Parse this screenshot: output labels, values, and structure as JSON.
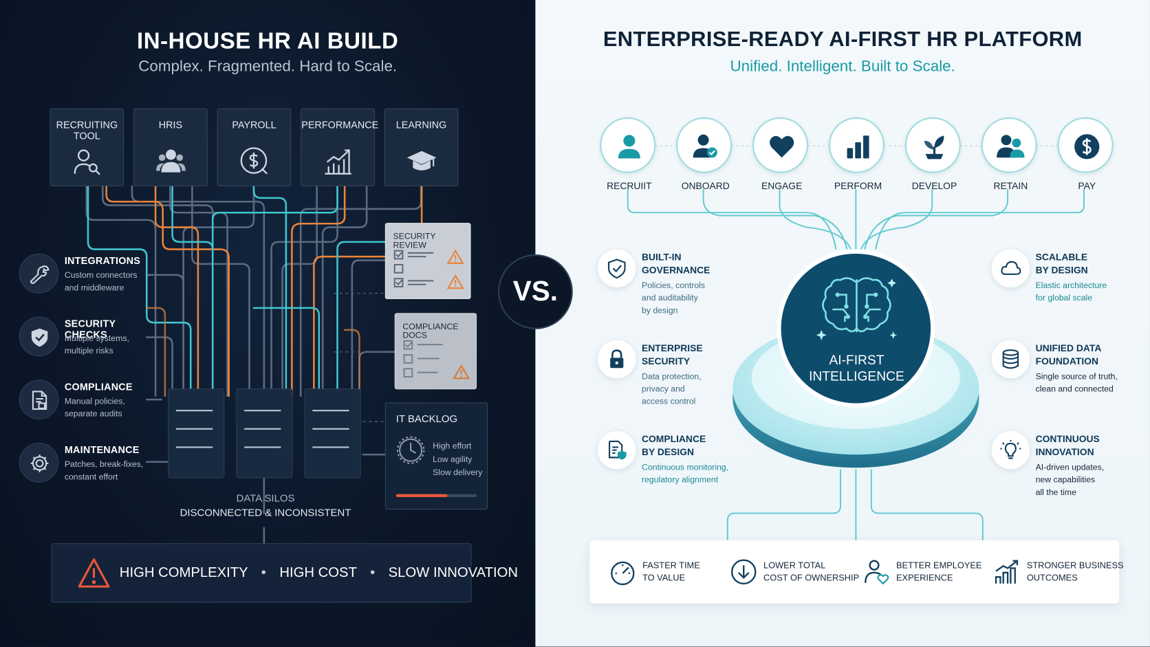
{
  "left": {
    "title": "IN-HOUSE HR AI BUILD",
    "subtitle": "Complex. Fragmented. Hard to Scale.",
    "modules": [
      {
        "label": "RECRUITING TOOL",
        "icon": "recruit-search-icon"
      },
      {
        "label": "HRIS",
        "icon": "people-icon"
      },
      {
        "label": "PAYROLL",
        "icon": "dollar-icon"
      },
      {
        "label": "PERFORMANCE",
        "icon": "chart-icon"
      },
      {
        "label": "LEARNING",
        "icon": "graduation-cap-icon"
      }
    ],
    "issues": [
      {
        "title": "INTEGRATIONS",
        "desc1": "Custom connectors",
        "desc2": "and middleware",
        "icon": "wrench-icon"
      },
      {
        "title": "SECURITY CHECKS",
        "desc1": "Multiple systems,",
        "desc2": "multiple risks",
        "icon": "shield-icon"
      },
      {
        "title": "COMPLIANCE",
        "desc1": "Manual policies,",
        "desc2": "separate audits",
        "icon": "document-icon"
      },
      {
        "title": "MAINTENANCE",
        "desc1": "Patches, break-fixes,",
        "desc2": "constant effort",
        "icon": "gear-icon"
      }
    ],
    "security_review": "SECURITY REVIEW",
    "compliance_docs": "COMPLIANCE DOCS",
    "it_backlog": {
      "title": "IT BACKLOG",
      "line1": "High effort",
      "line2": "Low agility",
      "line3": "Slow delivery"
    },
    "data_silos": {
      "line1": "DATA SILOS",
      "line2": "DISCONNECTED & INCONSISTENT"
    },
    "bottom": {
      "item1": "HIGH COMPLEXITY",
      "item2": "HIGH COST",
      "item3": "SLOW INNOVATION"
    }
  },
  "vs": "VS.",
  "right": {
    "title": "ENTERPRISE-READY AI-FIRST HR PLATFORM",
    "subtitle": "Unified. Intelligent. Built to Scale.",
    "stages": [
      {
        "label": "RECRUIIT",
        "icon": "person-icon"
      },
      {
        "label": "ONBOARD",
        "icon": "person-check-icon"
      },
      {
        "label": "ENGAGE",
        "icon": "heart-icon"
      },
      {
        "label": "PERFORM",
        "icon": "bar-chart-icon"
      },
      {
        "label": "DEVELOP",
        "icon": "sprout-icon"
      },
      {
        "label": "RETAIN",
        "icon": "team-icon"
      },
      {
        "label": "PAY",
        "icon": "dollar-coin-icon"
      }
    ],
    "core": {
      "line1": "AI-FIRST",
      "line2": "INTELLIGENCE"
    },
    "features_left": [
      {
        "t1": "BUILT-IN",
        "t2": "GOVERNANCE",
        "d1": "Policies, controls",
        "d2": "and auditability",
        "d3": "by design"
      },
      {
        "t1": "ENTERPRISE",
        "t2": "SECURITY",
        "d1": "Data protection,",
        "d2": "privacy and",
        "d3": "access control"
      },
      {
        "t1": "COMPLIANCE",
        "t2": "BY DESIGN",
        "d1": "Continuous monitoring,",
        "d2": "regulatory alignment",
        "d3": ""
      }
    ],
    "features_right": [
      {
        "t1": "SCALABLE",
        "t2": "BY DESIGN",
        "d1": "Elastic architecture",
        "d2": "for global scale",
        "d3": ""
      },
      {
        "t1": "UNIFIED DATA",
        "t2": "FOUNDATION",
        "d1": "Single source of truth,",
        "d2": "clean and connected",
        "d3": ""
      },
      {
        "t1": "CONTINUOUS",
        "t2": "INNOVATION",
        "d1": "AI-driven updates,",
        "d2": "new capabilities",
        "d3": "all the time"
      }
    ],
    "outcomes": [
      {
        "l1": "FASTER TIME",
        "l2": "TO VALUE"
      },
      {
        "l1": "LOWER TOTAL",
        "l2": "COST OF OWNERSHIP"
      },
      {
        "l1": "BETTER EMPLOYEE",
        "l2": "EXPERIENCE"
      },
      {
        "l1": "STRONGER BUSINESS",
        "l2": "OUTCOMES"
      }
    ]
  },
  "colors": {
    "teal": "#1a9aa6",
    "navy": "#0f2236",
    "orange": "#f0833a",
    "cyan": "#3fc6cf",
    "warn": "#e8573a"
  }
}
